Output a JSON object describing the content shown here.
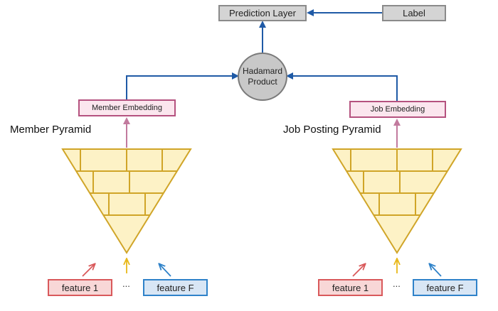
{
  "top": {
    "prediction_layer": "Prediction Layer",
    "label": "Label"
  },
  "hadamard": {
    "line1": "Hadamard",
    "line2": "Product"
  },
  "member": {
    "embedding": "Member Embedding",
    "pyramid_title": "Member Pyramid",
    "feature_first": "feature 1",
    "ellipsis": "...",
    "feature_last": "feature F"
  },
  "job": {
    "embedding": "Job Embedding",
    "pyramid_title": "Job Posting Pyramid",
    "feature_first": "feature 1",
    "ellipsis": "...",
    "feature_last": "feature F"
  },
  "colors": {
    "blue_arrow": "#1f5aa6",
    "pink_arrow": "#c27a9e",
    "pyramid_fill": "#fdf2c6",
    "pyramid_stroke": "#d0a528",
    "red_arrow": "#d9595b",
    "yellow_arrow": "#e8b81a",
    "feature_blue_arrow": "#2f82c9"
  }
}
